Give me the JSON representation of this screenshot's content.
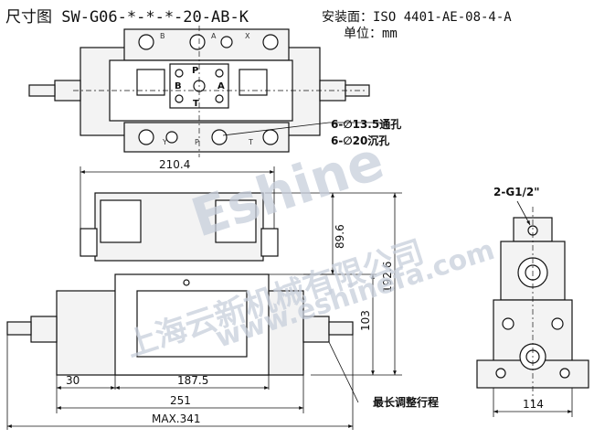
{
  "header": {
    "title": "尺寸图 SW-G06-*-*-*-20-AB-K",
    "mounting_surface": "安装面：ISO 4401-AE-08-4-A",
    "unit": "单位：mm"
  },
  "top_view": {
    "ports_top": [
      "B",
      "A",
      "X"
    ],
    "ports_bottom": [
      "Y",
      "P",
      "T"
    ],
    "symbol_labels": [
      "P",
      "B",
      "A",
      "T"
    ],
    "hole_notes": [
      "6-∅13.5通孔",
      "6-∅20沉孔"
    ]
  },
  "front_view": {
    "dimensions": {
      "width_top": "210.4",
      "solenoid_height": "89.6",
      "total_height": "192.6",
      "body_height": "103",
      "offset_left": "30",
      "body_width": "187.5",
      "overall_width": "251",
      "max_width": "MAX.341"
    },
    "stroke_note": "最长调整行程"
  },
  "side_view": {
    "port_label": "2-G1/2\"",
    "width": "114"
  },
  "watermark": {
    "brand": "Eshine",
    "company_cn": "上海云新机械有限公司",
    "url": "www.eshinefa.com"
  }
}
